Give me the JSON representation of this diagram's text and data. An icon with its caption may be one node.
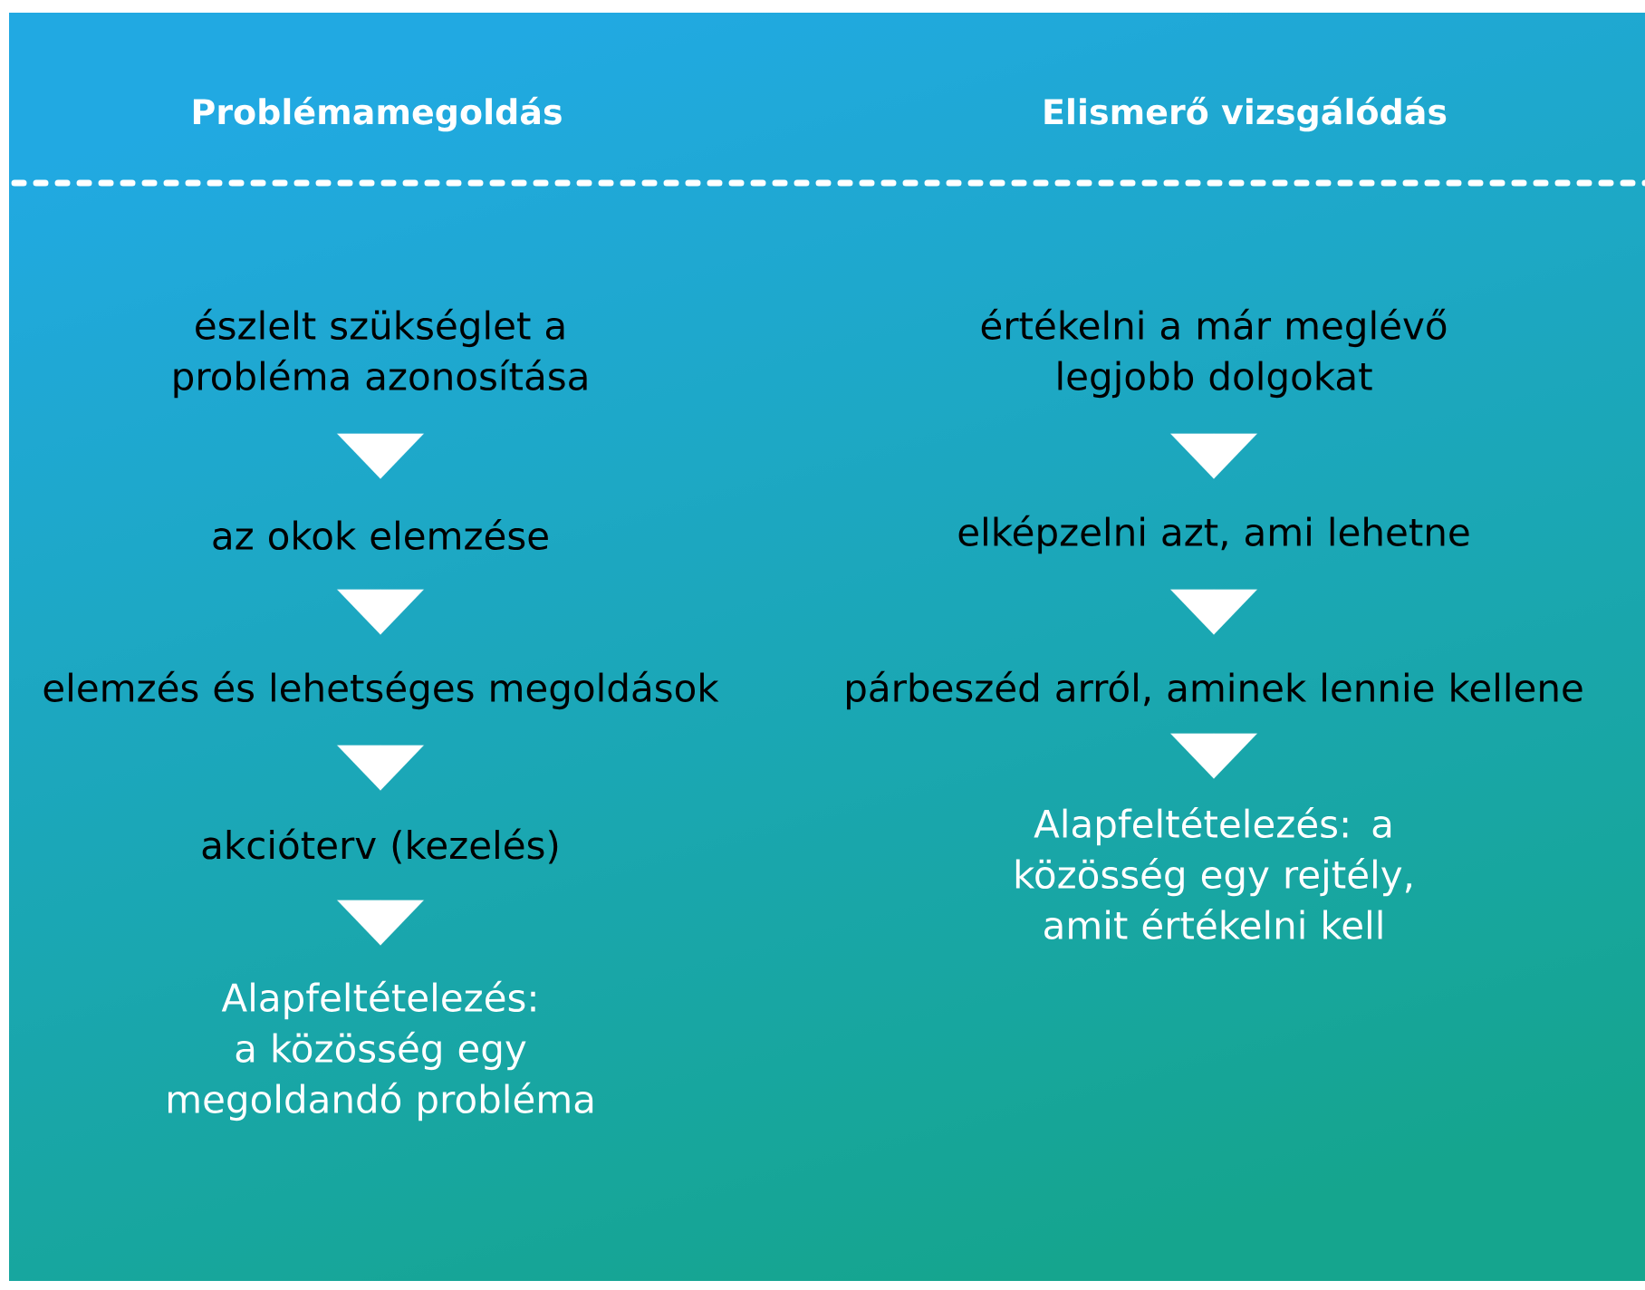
{
  "diagram": {
    "nodes": [
      {
        "text": [
          "észlelt szükséglet a probléma azonosítása"
        ]
      },
      {
        "text": [
          "az okok elemzése"
        ]
      },
      {
        "text": [
          "elemzés és lehetséges megoldások"
        ]
      },
      {
        "text": [
          "akcióterv (kezelés)"
        ]
      },
      {
        "text": [
          "Alapfeltételezés: a közösség egy megoldandó probléma"
        ]
      },
      {
        "text": [
          "értékelni a már meglévő legjobb dolgokat"
        ]
      },
      {
        "text": [
          "elképzelni azt, ami lehetne"
        ]
      },
      {
        "text": [
          "párbeszéd arról, aminek lennie kellene"
        ]
      },
      {
        "text": [
          "Alapfeltételezés: a közösség egy rejtély, amit értékelni kell"
        ]
      }
    ],
    "edges": [
      {
        "from": 0,
        "to": 1,
        "arrow": "to"
      },
      {
        "from": 1,
        "to": 2,
        "arrow": "to"
      },
      {
        "from": 2,
        "to": 3,
        "arrow": "to"
      },
      {
        "from": 3,
        "to": 4,
        "arrow": "to"
      },
      {
        "from": 5,
        "to": 6,
        "arrow": "to"
      },
      {
        "from": 6,
        "to": 7,
        "arrow": "to"
      },
      {
        "from": 7,
        "to": 8,
        "arrow": "to"
      }
    ],
    "labels": [
      "Problémamegoldás",
      "Elismerő vizsgálódás"
    ]
  }
}
